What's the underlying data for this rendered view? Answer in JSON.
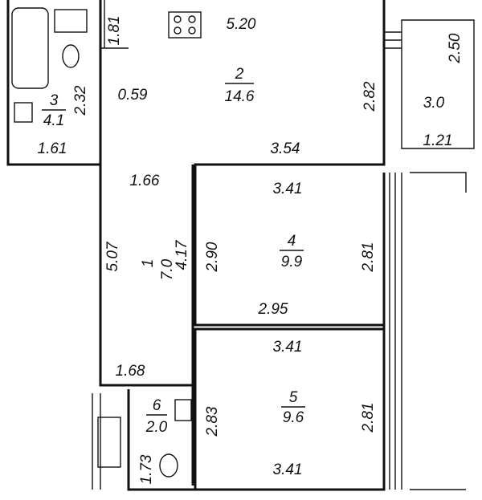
{
  "rooms": [
    {
      "number": "1",
      "area": "7.0"
    },
    {
      "number": "2",
      "area": "14.6"
    },
    {
      "number": "3",
      "area": "4.1"
    },
    {
      "number": "4",
      "area": "9.9"
    },
    {
      "number": "5",
      "area": "9.6"
    },
    {
      "number": "6",
      "area": "2.0"
    }
  ],
  "balcony": {
    "area": "3.0",
    "dims": [
      "2.50",
      "1.21"
    ]
  },
  "dims": {
    "r2_top": "5.20",
    "r2_right": "2.82",
    "r2_bottom": "3.54",
    "r2_door": "0.59",
    "r3_side": "2.32",
    "r3_bottom": "1.61",
    "r3_top": "1.81",
    "r1_top": "1.66",
    "r1_left": "5.07",
    "r1_right": "4.17",
    "r1_bottom": "1.68",
    "r4_top": "3.41",
    "r4_left": "2.90",
    "r4_right": "2.81",
    "r4_bottom": "2.95",
    "r5_top": "3.41",
    "r5_left": "2.83",
    "r5_right": "2.81",
    "r5_bottom": "3.41",
    "r6_side": "1.73"
  }
}
